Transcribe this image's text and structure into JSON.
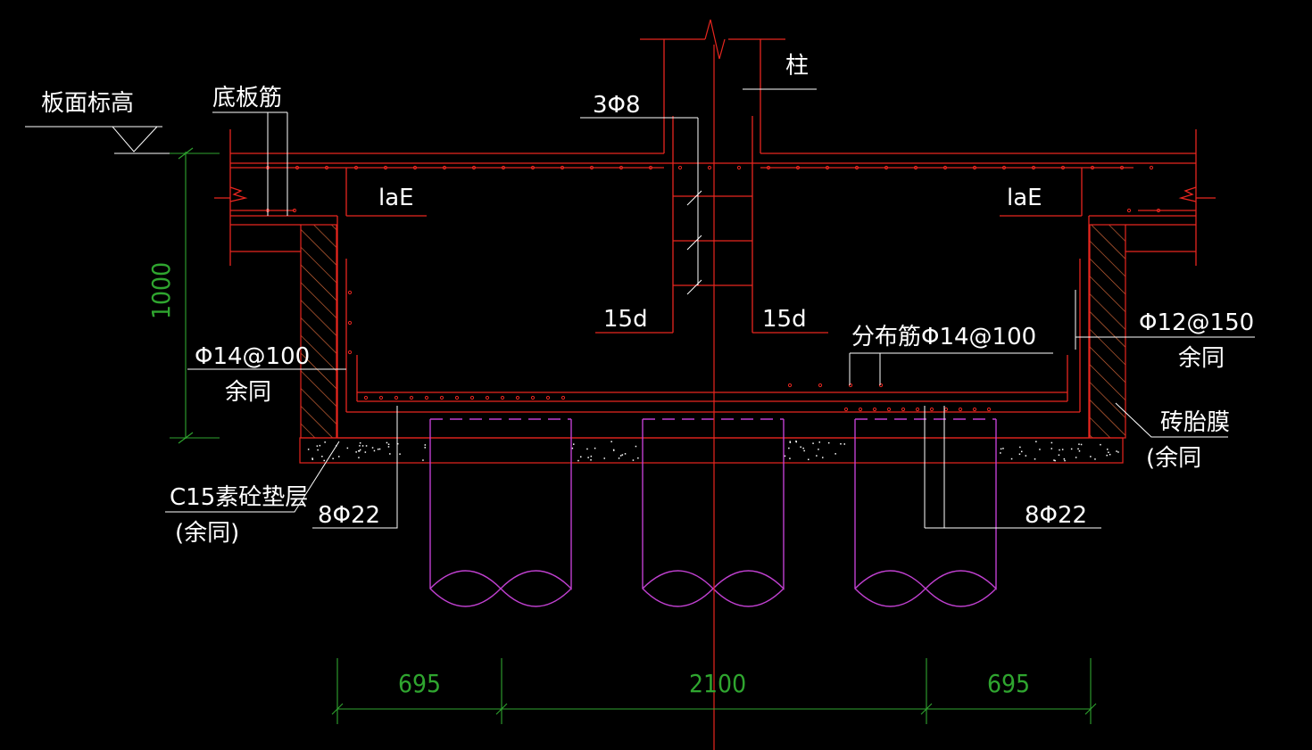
{
  "labels": {
    "slab_elevation": "板面标高",
    "bottom_bar": "底板筋",
    "column": "柱",
    "stirrup": "3Φ8",
    "anchor_left": "laE",
    "anchor_right": "laE",
    "bend_left": "15d",
    "bend_right": "15d",
    "distribution_bar": "分布筋Φ14@100",
    "wall_bar_left": "Φ14@100",
    "same_left": "余同",
    "wall_bar_right": "Φ12@150",
    "same_right": "余同",
    "brick_form": "砖胎膜",
    "same_brick": "(余同",
    "bedding": "C15素砼垫层",
    "same_bedding": "(余同)",
    "main_bar_left": "8Φ22",
    "main_bar_right": "8Φ22"
  },
  "dimensions": {
    "height": "1000",
    "left": "695",
    "middle": "2100",
    "right": "695"
  },
  "colors": {
    "background": "#000000",
    "concrete_outline": "#e8261f",
    "leader": "#ffffff",
    "dimension": "#2fa52f",
    "pile": "#c040d0",
    "hatch": "#d86a3a"
  }
}
